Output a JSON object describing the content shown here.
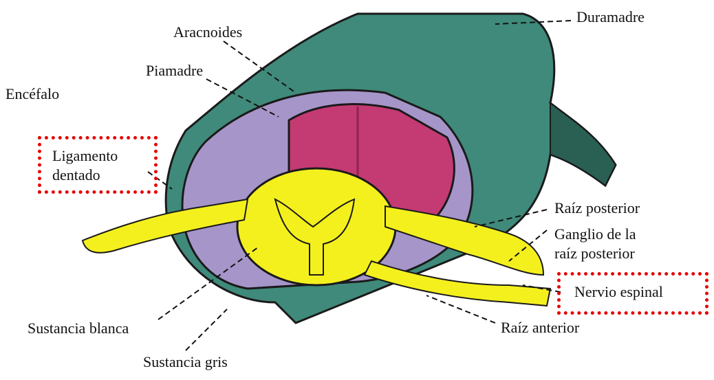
{
  "labels": {
    "duramadre": "Duramadre",
    "aracnoides": "Aracnoides",
    "piamadre": "Piamadre",
    "encefalo": "Encéfalo",
    "ligamento_1": "Ligamento",
    "ligamento_2": "dentado",
    "raiz_posterior": "Raíz posterior",
    "ganglio_1": "Ganglio de la",
    "ganglio_2": "raíz posterior",
    "nervio_espinal": "Nervio espinal",
    "raiz_anterior": "Raíz anterior",
    "sustancia_blanca": "Sustancia blanca",
    "sustancia_gris": "Sustancia gris"
  },
  "colors": {
    "dura": "#3f8a7a",
    "dura_dark": "#2a5f54",
    "arachnoid": "#a695c9",
    "arachnoid_dark": "#7f6fa8",
    "pia_red": "#c43a72",
    "pia_red_dark": "#8e2350",
    "cord_yellow": "#f4f01e",
    "outline": "#1a1a1a",
    "highlight": "#e60000"
  }
}
